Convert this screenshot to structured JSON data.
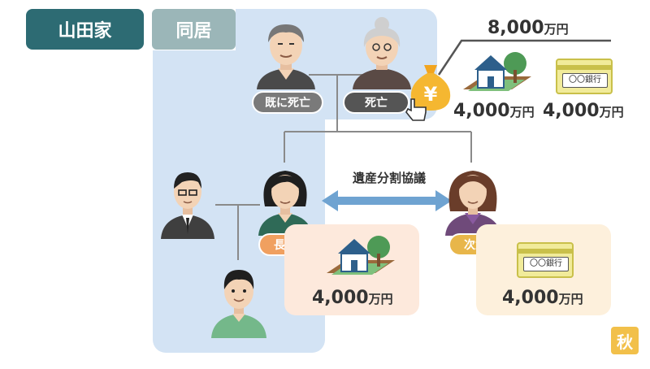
{
  "header": {
    "family_label": "山田家",
    "cohabit_label": "同居"
  },
  "parents": {
    "father_label": "既に死亡",
    "mother_label": "死亡"
  },
  "estate": {
    "total": "8,000",
    "total_unit": "万円",
    "house_value": "4,000",
    "house_unit": "万円",
    "bank_value": "4,000",
    "bank_unit": "万円",
    "bank_card_text": "〇〇銀行",
    "yen_symbol": "¥"
  },
  "negotiation_label": "遺産分割協議",
  "children": {
    "elder_label": "長女",
    "younger_label": "次女",
    "elder_value": "4,000",
    "elder_unit": "万円",
    "younger_value": "4,000",
    "younger_unit": "万円",
    "younger_card_text": "〇〇銀行"
  },
  "logo_char": "秋",
  "colors": {
    "header_dark": "#2d6b73",
    "header_light": "#9bb6b8",
    "cohabit_bg": "#d3e3f4",
    "elder_tag": "#f0a060",
    "younger_tag": "#e8b64a",
    "peach_box": "#fde9dc",
    "cream_box": "#fdf0dc",
    "arrow": "#6fa3d1"
  }
}
